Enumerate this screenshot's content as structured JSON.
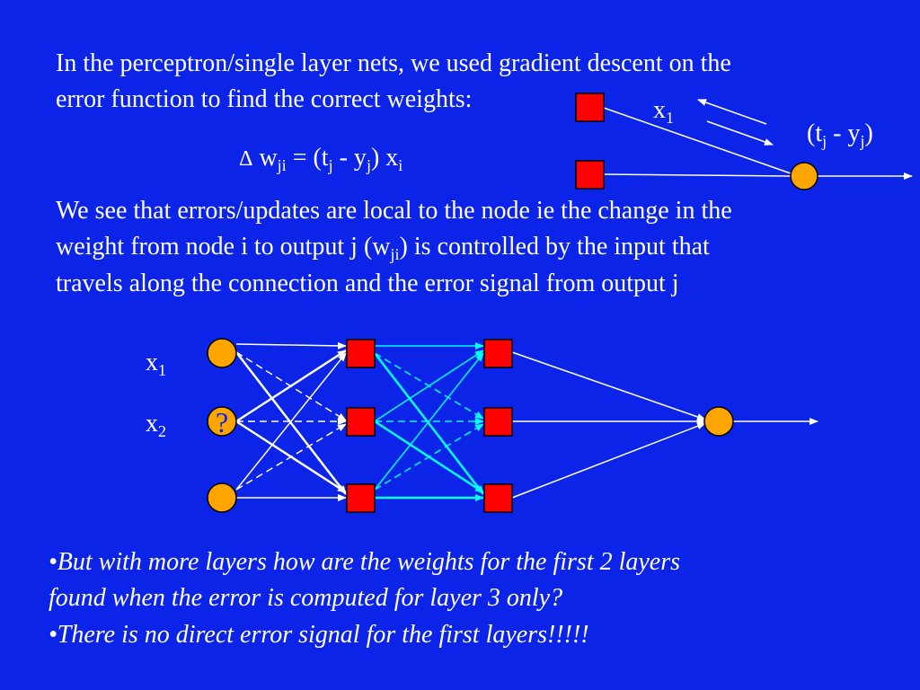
{
  "intro": {
    "line1": "In the perceptron/single layer nets, we used gradient descent on the",
    "line2": "error function to find the correct weights:"
  },
  "formula": {
    "delta_symbol": "Δ",
    "w": "w",
    "w_sub": "ji",
    "eq_open": " = (t",
    "t_sub": "j",
    "minus_y": " - y",
    "y_sub": "j",
    "close_x": ") x",
    "x_sub": "i"
  },
  "small_net": {
    "x": "x",
    "x_sub": "1",
    "err_open": "(t",
    "err_t_sub": "j",
    "err_minus": " - y",
    "err_y_sub": "j",
    "err_close": ")"
  },
  "explanation": {
    "line1": "We see that errors/updates are local to the node ie the change in the",
    "line2_a": "weight from node i to output j (w",
    "line2_sub": "ji",
    "line2_b": ") is controlled by the input that",
    "line3": "travels along the connection and the error signal from output j"
  },
  "big_net": {
    "x1": "x",
    "x1_sub": "1",
    "x2": "x",
    "x2_sub": "2",
    "question": "?"
  },
  "bullets": {
    "b1_l1": "•But with more layers how are the weights for the first 2 layers",
    "b1_l2": "found when the error is computed for layer 3 only?",
    "b2": "•There is no direct error signal for the first layers!!!!!"
  },
  "colors": {
    "background": "#0b24e8",
    "node_square": "#ff0000",
    "node_circle": "#ffa500",
    "link_white": "#ffffff",
    "link_cyan": "#00ffff"
  }
}
